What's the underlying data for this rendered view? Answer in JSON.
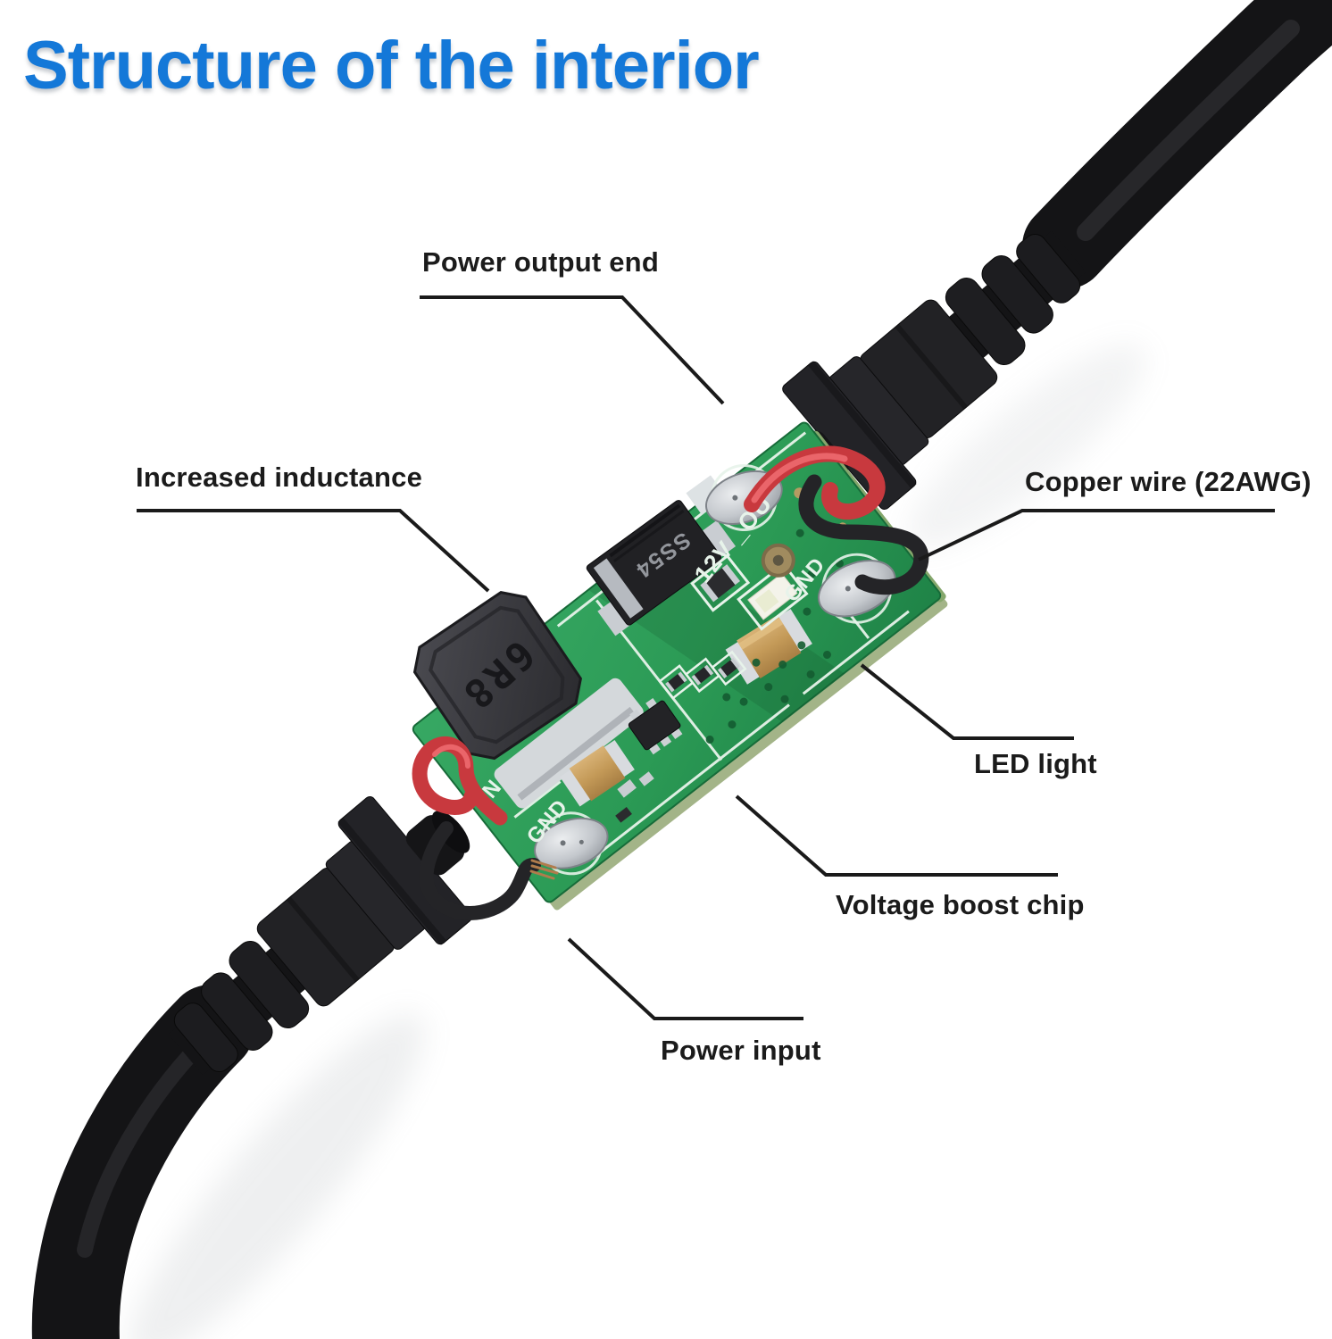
{
  "title": {
    "text": "Structure of the interior"
  },
  "callouts": {
    "power_output_end": "Power output end",
    "increased_inductance": "Increased inductance",
    "copper_wire": "Copper wire (22AWG)",
    "led_light": "LED light",
    "voltage_boost_chip": "Voltage boost chip",
    "power_input": "Power input"
  },
  "pcb_silkscreen": {
    "output_label": "12V _OU",
    "output_ground_label": "GND",
    "input_label": "IN",
    "input_ground_label": "GND"
  },
  "component_markings": {
    "inductor": "6R8",
    "diode": "SS54"
  },
  "colors": {
    "title_blue": "#1478d8",
    "pcb_green": "#2b9a55",
    "wire_red": "#e8484d",
    "cable_black": "#18181a",
    "label_text": "#1b1b1b"
  }
}
